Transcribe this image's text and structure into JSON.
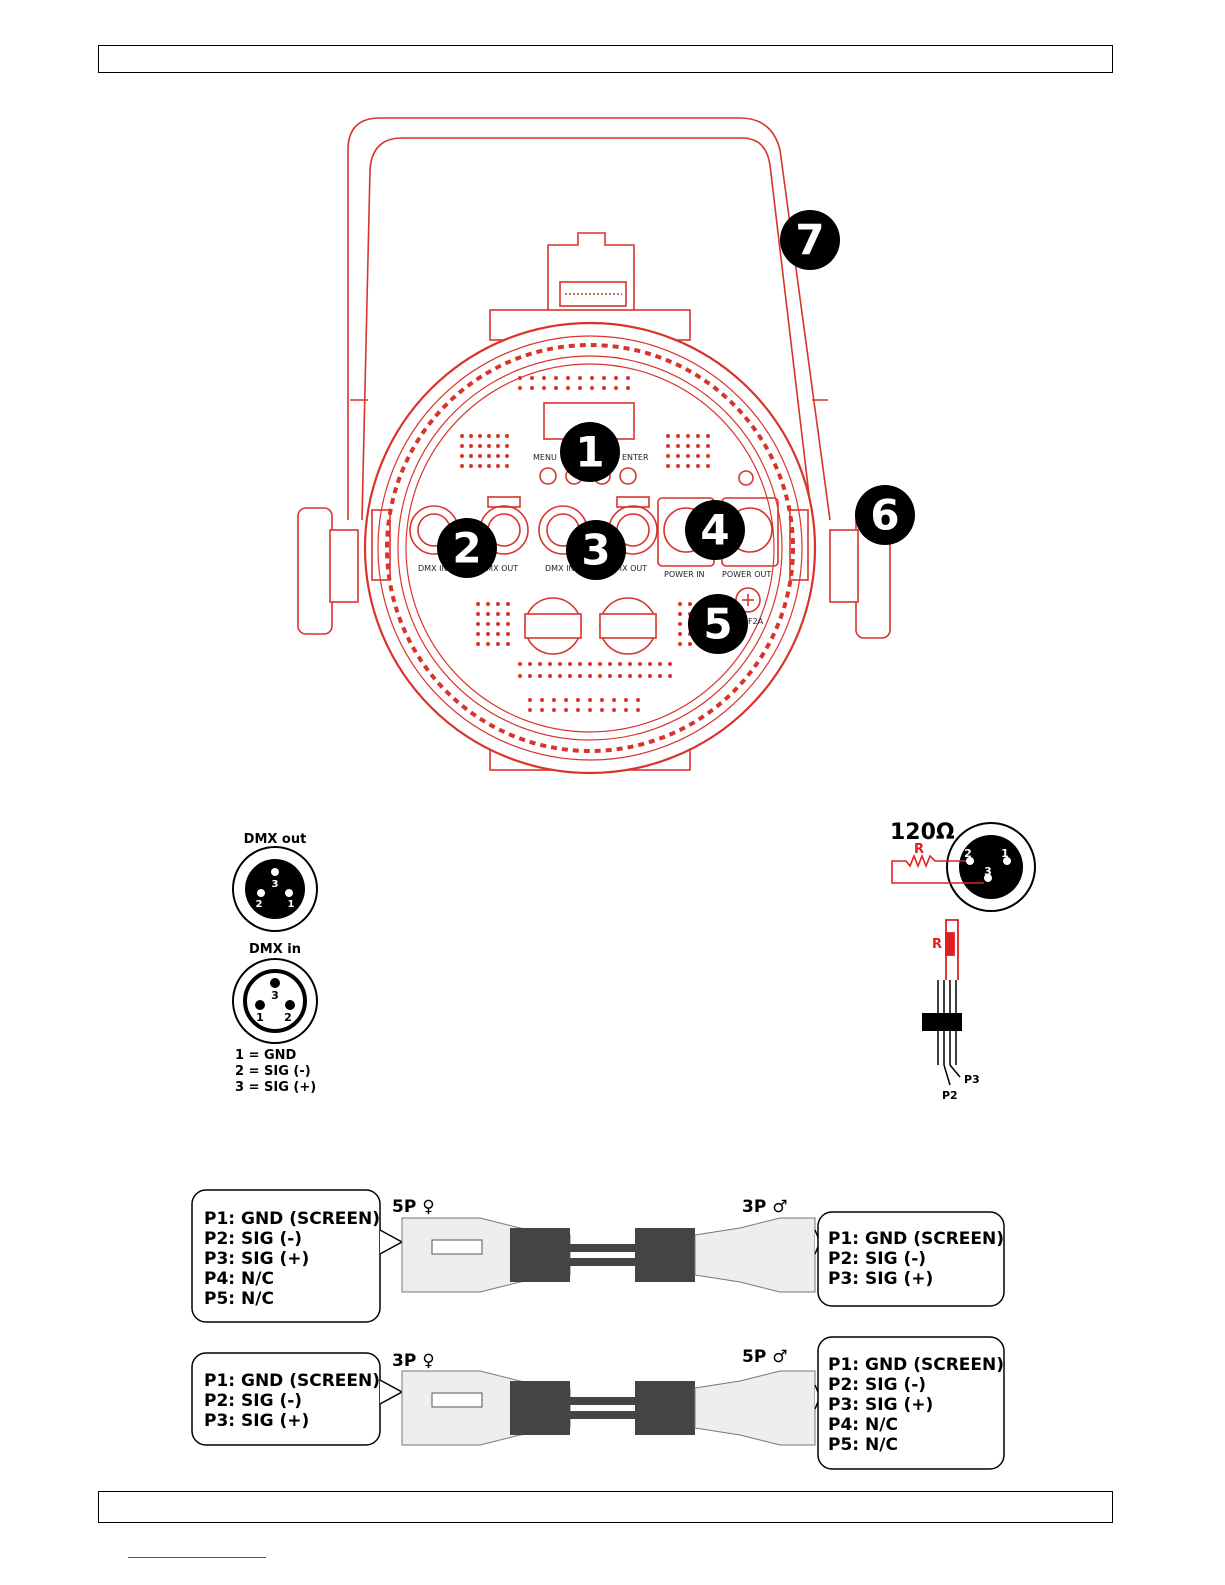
{
  "fixture": {
    "callouts": [
      "1",
      "2",
      "3",
      "4",
      "5",
      "6",
      "7"
    ],
    "labels": {
      "menu": "MENU",
      "enter": "ENTER",
      "dmx_in": "DMX IN",
      "dmx_out": "DMX OUT",
      "power_in": "POWER IN",
      "power_out": "POWER OUT",
      "fuse": "F2A"
    }
  },
  "dmx_pinout": {
    "out_title": "DMX out",
    "in_title": "DMX in",
    "pins": [
      "1",
      "2",
      "3"
    ],
    "legend": [
      "1 = GND",
      "2 = SIG (-)",
      "3 = SIG (+)"
    ]
  },
  "terminator": {
    "resistance": "120Ω",
    "resistor_label": "R",
    "pin_labels": [
      "2",
      "1",
      "3"
    ],
    "lead_labels": [
      "P3",
      "P2"
    ]
  },
  "cables": [
    {
      "left_connector": "5P ♀",
      "right_connector": "3P ♂",
      "left_pins": [
        "P1: GND (SCREEN)",
        "P2: SIG (-)",
        "P3: SIG (+)",
        "P4: N/C",
        "P5: N/C"
      ],
      "right_pins": [
        "P1: GND (SCREEN)",
        "P2: SIG (-)",
        "P3: SIG (+)"
      ]
    },
    {
      "left_connector": "3P ♀",
      "right_connector": "5P ♂",
      "left_pins": [
        "P1: GND (SCREEN)",
        "P2: SIG (-)",
        "P3: SIG (+)"
      ],
      "right_pins": [
        "P1: GND (SCREEN)",
        "P2: SIG (-)",
        "P3: SIG (+)",
        "P4: N/C",
        "P5: N/C"
      ]
    }
  ],
  "colors": {
    "fixture_line": "#d9342b",
    "callout_fill": "#000000"
  }
}
